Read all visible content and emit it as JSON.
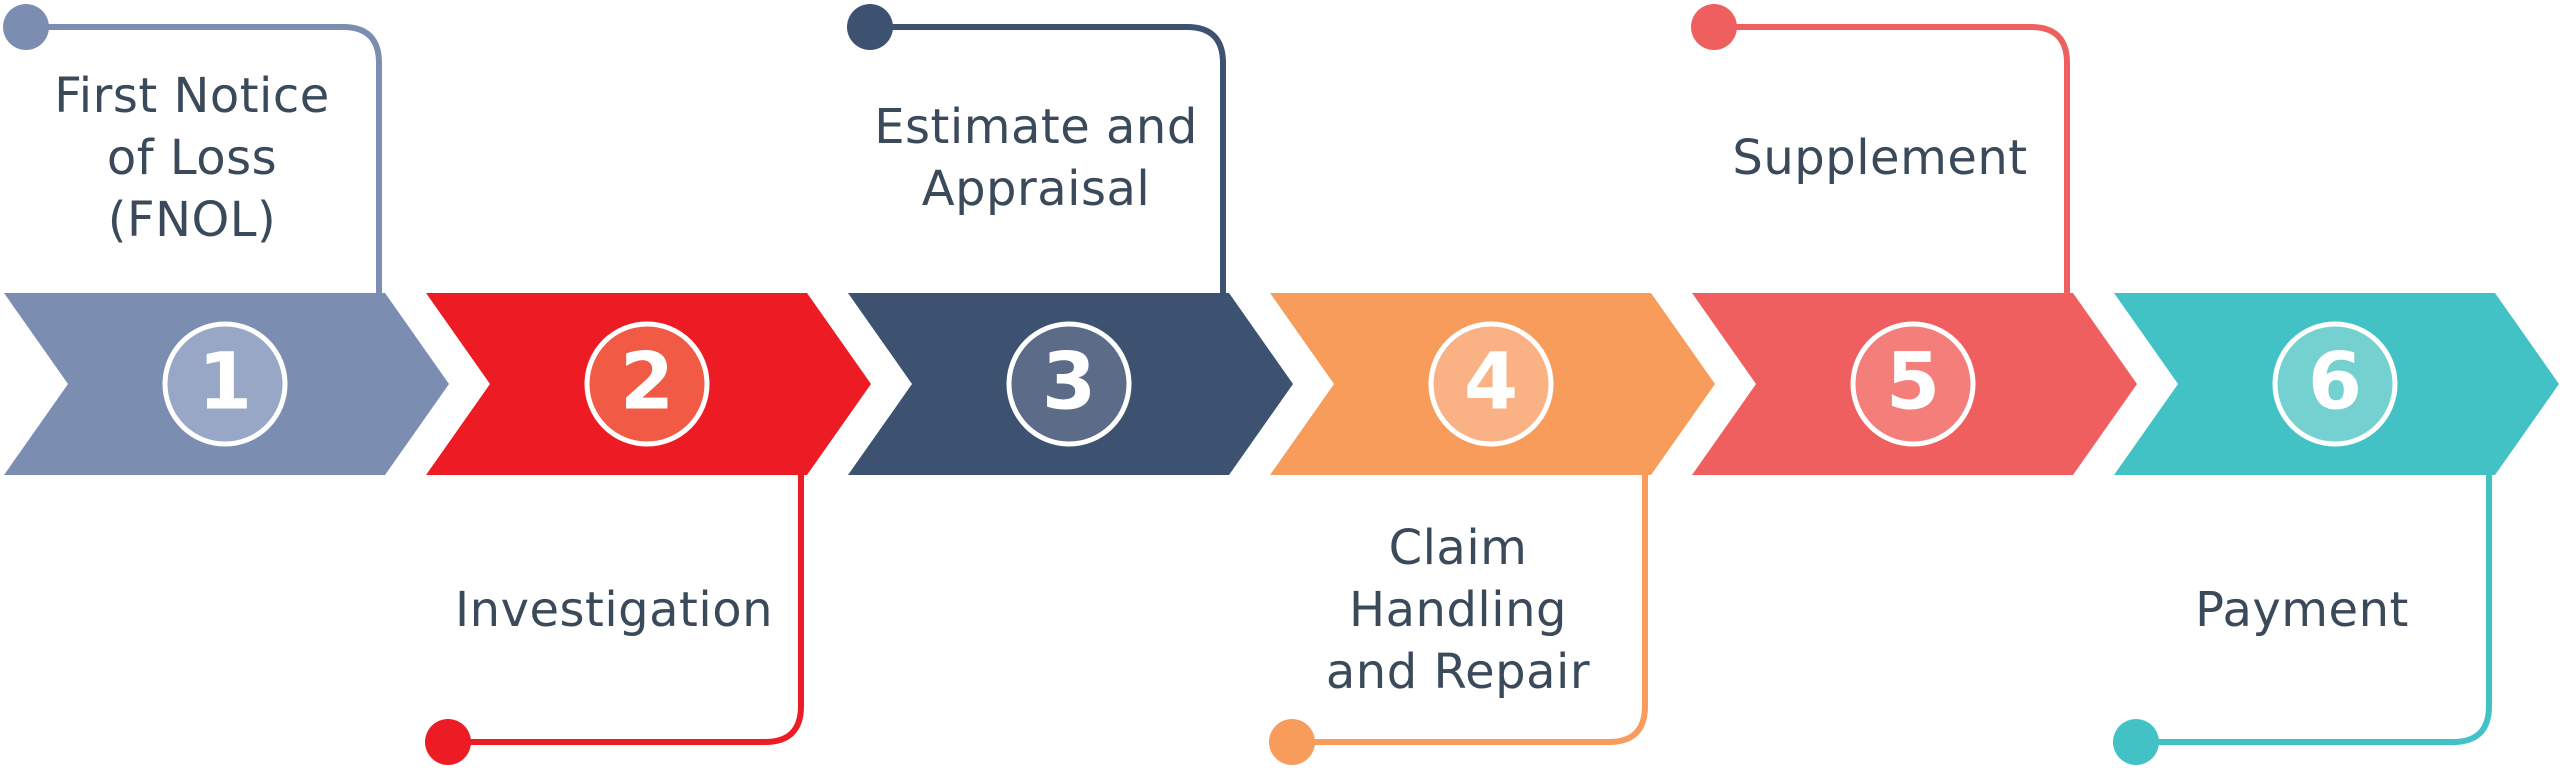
{
  "diagram": {
    "steps": [
      {
        "number": "1",
        "lines": [
          "First Notice",
          "of Loss",
          "(FNOL)"
        ],
        "color": "#7b8db1",
        "circle_fill": "#99a7c6",
        "label_position": "top"
      },
      {
        "number": "2",
        "lines": [
          "Investigation"
        ],
        "color": "#ed1c24",
        "circle_fill": "#f15a44",
        "label_position": "bottom"
      },
      {
        "number": "3",
        "lines": [
          "Estimate and",
          "Appraisal"
        ],
        "color": "#3d5170",
        "circle_fill": "#5b6b88",
        "label_position": "top"
      },
      {
        "number": "4",
        "lines": [
          "Claim",
          "Handling",
          "and Repair"
        ],
        "color": "#f89c5b",
        "circle_fill": "#fab285",
        "label_position": "bottom"
      },
      {
        "number": "5",
        "lines": [
          "Supplement"
        ],
        "color": "#f05f5f",
        "circle_fill": "#f47e7a",
        "label_position": "top"
      },
      {
        "number": "6",
        "lines": [
          "Payment"
        ],
        "color": "#42c2c5",
        "circle_fill": "#75d0d0",
        "label_position": "bottom"
      }
    ],
    "text_color": "#3b4a5a"
  }
}
